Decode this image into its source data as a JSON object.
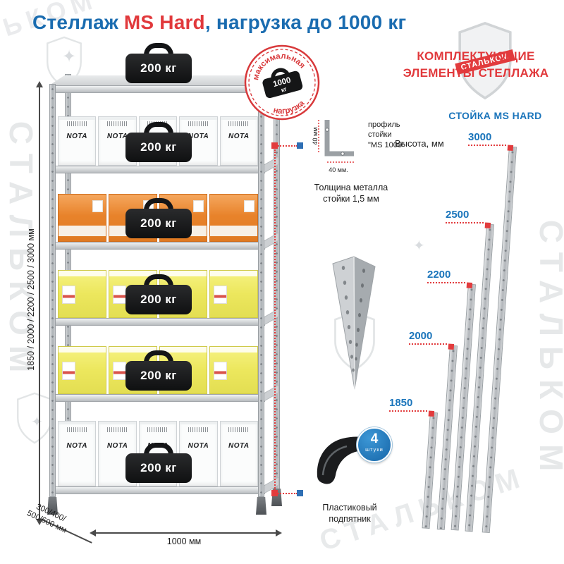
{
  "page": {
    "title": {
      "part1": "Стеллаж ",
      "highlight": "MS Hard",
      "part2": ", нагрузка до 1000 кг"
    },
    "watermark_text": "СТАЛЬКОМ",
    "brand_ribbon": "СТАЛЬКОМ"
  },
  "rack": {
    "shelf_load_label": "200 кг",
    "box_brand": "NOTA",
    "max_load_badge": {
      "arc_top": "максимальная",
      "arc_bottom": "нагрузка",
      "weight_line1": "1000",
      "weight_line2": "кг"
    },
    "dims": {
      "height_label": "1850 / 2000 / 2200 / 2500 / 3000 мм",
      "depth_label_line1": "300/400/",
      "depth_label_line2": "500/600 мм",
      "width_label": "1000 мм"
    }
  },
  "components": {
    "heading_line1": "КОМПЛЕКТУЮЩИЕ",
    "heading_line2": "ЭЛЕМЕНТЫ СТЕЛЛАЖА",
    "stand": {
      "title": "СТОЙКА MS HARD",
      "height_caption": "Высота, мм",
      "heights": [
        "1850",
        "2000",
        "2200",
        "2500",
        "3000"
      ]
    },
    "profile": {
      "line1": "профиль",
      "line2": "стойки",
      "line3": "\"MS 1000\"",
      "dim_vertical": "40 мм",
      "dim_horizontal": "40 мм.",
      "thickness_line1": "Толщина металла",
      "thickness_line2": "стойки 1,5 мм"
    },
    "foot": {
      "qty_number": "4",
      "qty_word": "штуки",
      "caption_line1": "Пластиковый",
      "caption_line2": "подпятник"
    }
  }
}
